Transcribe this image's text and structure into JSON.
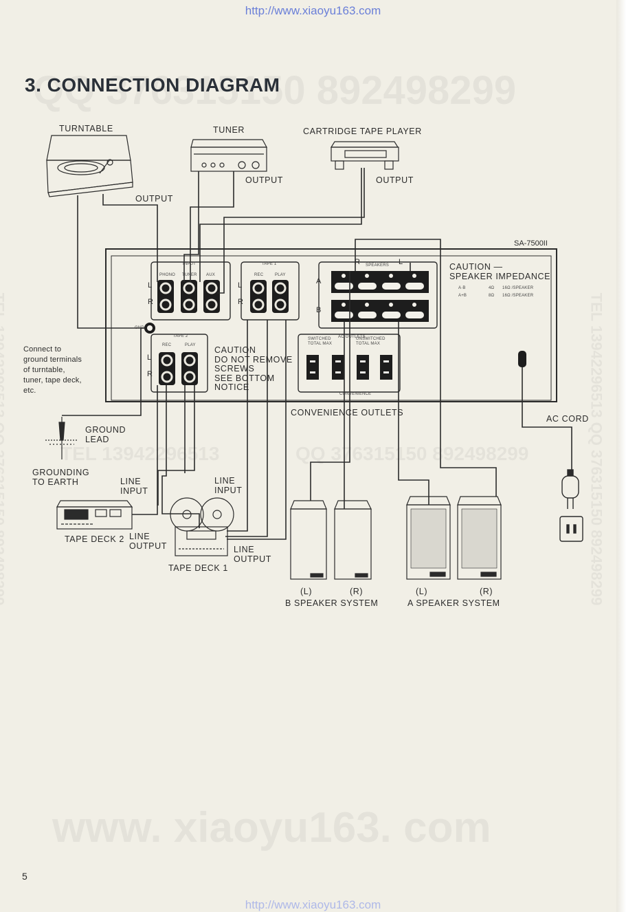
{
  "header": {
    "url": "http://www.xiaoyu163.com"
  },
  "footer": {
    "url": "http://www.xiaoyu163.com",
    "page_number": "5"
  },
  "watermarks": {
    "qq_top": "QQ 376315150   892498299",
    "tel_mid": "TEL 13942296513",
    "qq_mid": "QQ 376315150  892498299",
    "site_bottom": "www. xiaoyu163. com",
    "side_left": "TEL 13942296513  QQ 376315150  892498299",
    "side_right": "TEL 13942296513  QQ 376315150  892498299"
  },
  "page": {
    "title": "3. CONNECTION DIAGRAM",
    "model": "SA-7500II"
  },
  "devices": {
    "turntable": "TURNTABLE",
    "tuner": "TUNER",
    "cartridge": "CARTRIDGE TAPE PLAYER",
    "tape_deck_2": "TAPE DECK 2",
    "tape_deck_1": "TAPE DECK 1",
    "b_speaker": "B SPEAKER SYSTEM",
    "a_speaker": "A SPEAKER SYSTEM",
    "b_left": "(L)",
    "b_right": "(R)",
    "a_left": "(L)",
    "a_right": "(R)"
  },
  "connections": {
    "output_turntable": "OUTPUT",
    "output_tuner": "OUTPUT",
    "output_cartridge": "OUTPUT",
    "line_input_2": [
      "LINE",
      "INPUT"
    ],
    "line_output_2": [
      "LINE",
      "OUTPUT"
    ],
    "line_input_1": [
      "LINE",
      "INPUT"
    ],
    "line_output_1": [
      "LINE",
      "OUTPUT"
    ],
    "ground_lead": [
      "GROUND",
      "LEAD"
    ],
    "grounding": [
      "GROUNDING",
      "TO EARTH"
    ],
    "ac_cord": "AC CORD",
    "outlets": "CONVENIENCE OUTLETS"
  },
  "ground_note": [
    "Connect to",
    "ground terminals",
    "of turntable,",
    "tuner, tape deck,",
    "etc."
  ],
  "caution_screws": [
    "CAUTION",
    "DO NOT REMOVE",
    "SCREWS",
    "SEE BOTTOM",
    "NOTICE"
  ],
  "caution_impedance": {
    "lines": [
      "CAUTION —",
      "SPEAKER IMPEDANCE"
    ],
    "rows": [
      [
        "A·B",
        "4Ω",
        "16Ω /SPEAKER"
      ],
      [
        "A+B",
        "8Ω",
        "16Ω /SPEAKER"
      ]
    ]
  },
  "panel": {
    "input": "INPUT",
    "phono": "PHONO",
    "tuner": "TUNER",
    "aux": "AUX",
    "tape1": "TAPE 1",
    "tape2": "TAPE 2",
    "rec": "REC",
    "play": "PLAY",
    "speakers": "SPEAKERS",
    "sp_r": "R",
    "sp_l": "L",
    "row_a": "A",
    "row_b": "B",
    "ac_outlets": "AC OUTLETS",
    "switched": [
      "SWITCHED",
      "TOTAL MAX"
    ],
    "unswitched": [
      "UNSWITCHED",
      "TOTAL MAX"
    ],
    "gnd": "GND",
    "ch_l": "L",
    "ch_r": "R",
    "convenience": "CONVENIENCE"
  }
}
